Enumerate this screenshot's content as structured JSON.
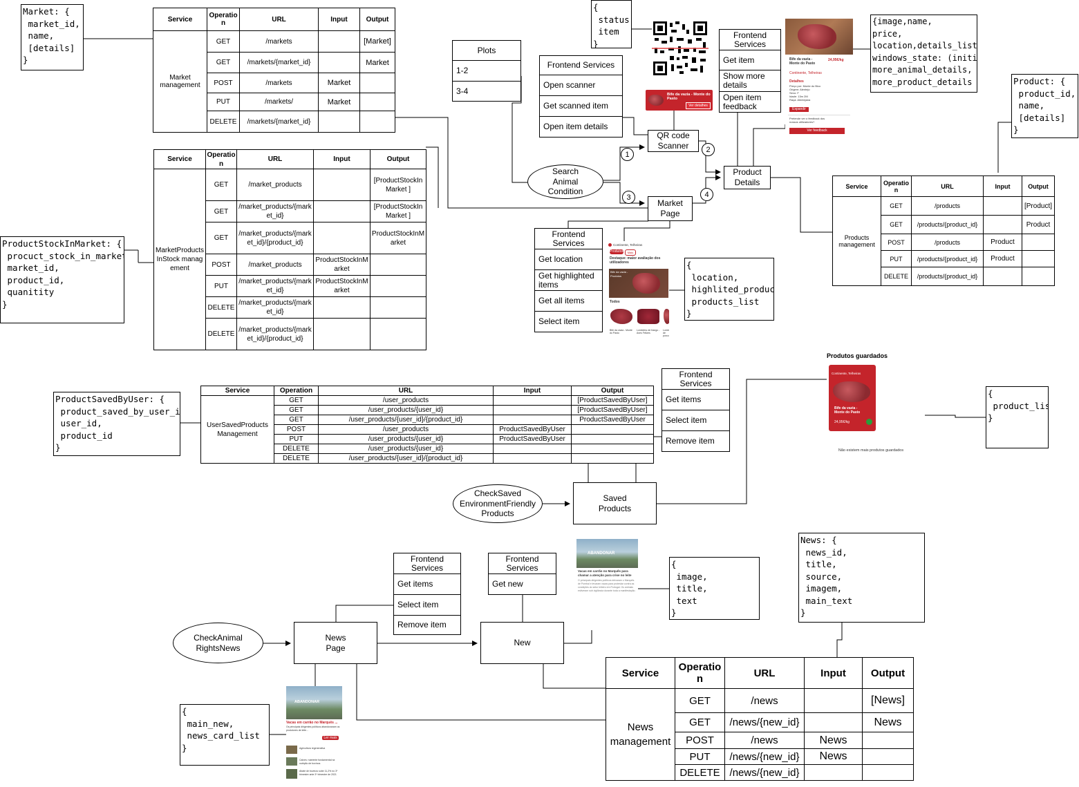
{
  "models": {
    "market": "Market: {\n market_id,\n name,\n [details]\n}",
    "product_stock": "ProductStockInMarket: {\n procuct_stock_in_market_id,\n market_id,\n product_id,\n quanitity\n}",
    "product": "Product: {\n product_id,\n name,\n [details]\n}",
    "product_saved": "ProductSavedByUser: {\n product_saved_by_user_id,\n user_id,\n product_id\n}",
    "news": "News: {\n news_id,\n title,\n source,\n imagem,\n main_text\n}"
  },
  "states": {
    "qr_status": "{\n status,\n item\n}",
    "product_details": "{image,name,\nprice,\nlocation,details_list,\nwindows_state: (initial,\nmore_animal_details,\nmore_product_details })",
    "market_page": "{\n location,\n highlited_products,\n products_list\n}",
    "saved": "{\n product_list\n}",
    "new": "{\n image,\n title,\n text\n}",
    "news_page": "{\n main_new,\n news_card_list\n}"
  },
  "plots": {
    "title": "Plots",
    "rows": [
      "1-2",
      "3-4"
    ]
  },
  "nodes": {
    "search_animal": "Search\nAnimal\nCondition",
    "qr_scanner": "QR code\nScanner",
    "market_page": "Market\nPage",
    "product_details": "Product\nDetails",
    "check_saved": "CheckSaved\nEnvironmentFriendly\nProducts",
    "saved_products": "Saved\nProducts",
    "check_animal": "CheckAnimal\nRightsNews",
    "news_page": "News\nPage",
    "new": "New"
  },
  "circles": [
    "1",
    "2",
    "3",
    "4"
  ],
  "frontend": {
    "qr": {
      "title": "Frontend Services",
      "items": [
        "Open scanner",
        "Get scanned item",
        "Open item details"
      ]
    },
    "details": {
      "title": "Frontend\nServices",
      "items": [
        "Get item",
        "Show more\ndetails",
        "Open item\nfeedback"
      ]
    },
    "market": {
      "title": "Frontend\nServices",
      "items": [
        "Get location",
        "Get highlighted\nitems",
        "Get all items",
        "Select item"
      ]
    },
    "saved": {
      "title": "Frontend\nServices",
      "items": [
        "Get items",
        "Select item",
        "Remove item"
      ]
    },
    "news": {
      "title": "Frontend\nServices",
      "items": [
        "Get items",
        "Select item",
        "Remove item"
      ]
    },
    "new": {
      "title": "Frontend\nServices",
      "items": [
        "Get new"
      ]
    }
  },
  "tables": {
    "market": {
      "headers": [
        "Service",
        "Operation",
        "URL",
        "Input",
        "Output"
      ],
      "service": "Market\nmanagement",
      "rows": [
        [
          "GET",
          "/markets",
          "",
          "[Market]"
        ],
        [
          "GET",
          "/markets/{market_id}",
          "",
          "Market"
        ],
        [
          "POST",
          "/markets",
          "Market",
          ""
        ],
        [
          "PUT",
          "/markets/",
          "Market",
          ""
        ],
        [
          "DELETE",
          "/markets/{market_id}",
          "",
          ""
        ]
      ]
    },
    "stock": {
      "headers": [
        "Service",
        "Operation",
        "URL",
        "Input",
        "Output"
      ],
      "service": "MarketProductsInStock management",
      "rows": [
        [
          "GET",
          "/market_products",
          "",
          "[ProductStockInMarket ]"
        ],
        [
          "GET",
          "/market_products/{market_id}",
          "",
          "[ProductStockInMarket ]"
        ],
        [
          "GET",
          "/market_products/{market_id}/{product_id}",
          "",
          "ProductStockInMarket"
        ],
        [
          "POST",
          "/market_products",
          "ProductStockInMarket",
          ""
        ],
        [
          "PUT",
          "/market_products/{market_id}",
          "ProductStockInMarket",
          ""
        ],
        [
          "DELETE",
          "/market_products/{market_id}",
          "",
          ""
        ],
        [
          "DELETE",
          "/market_products/{market_id}/{product_id}",
          "",
          ""
        ]
      ]
    },
    "products": {
      "headers": [
        "Service",
        "Operation",
        "URL",
        "Input",
        "Output"
      ],
      "service": "Products\nmanagement",
      "rows": [
        [
          "GET",
          "/products",
          "",
          "[Product]"
        ],
        [
          "GET",
          "/products/{product_id}",
          "",
          "Product"
        ],
        [
          "POST",
          "/products",
          "Product",
          ""
        ],
        [
          "PUT",
          "/products/{product_id}",
          "Product",
          ""
        ],
        [
          "DELETE",
          "/products/{product_id}",
          "",
          ""
        ]
      ]
    },
    "saved": {
      "headers": [
        "Service",
        "Operation",
        "URL",
        "Input",
        "Output"
      ],
      "service": "UserSavedProducts\nManagement",
      "rows": [
        [
          "GET",
          "/user_products",
          "",
          "[ProductSavedByUser]"
        ],
        [
          "GET",
          "/user_products/{user_id}",
          "",
          "[ProductSavedByUser]"
        ],
        [
          "GET",
          "/user_products/{user_id}/{product_id}",
          "",
          "ProductSavedByUser"
        ],
        [
          "POST",
          "/user_products",
          "ProductSavedByUser",
          ""
        ],
        [
          "PUT",
          "/user_products/{user_id}",
          "ProductSavedByUser",
          ""
        ],
        [
          "DELETE",
          "/user_products/{user_id}",
          "",
          ""
        ],
        [
          "DELETE",
          "/user_products/{user_id}/{product_id}",
          "",
          ""
        ]
      ]
    },
    "news": {
      "headers": [
        "Service",
        "Operation",
        "URL",
        "Input",
        "Output"
      ],
      "service": "News\nmanagement",
      "rows": [
        [
          "GET",
          "/news",
          "",
          "[News]"
        ],
        [
          "GET",
          "/news/{new_id}",
          "",
          "News"
        ],
        [
          "POST",
          "/news",
          "News",
          ""
        ],
        [
          "PUT",
          "/news/{new_id}",
          "News",
          ""
        ],
        [
          "DELETE",
          "/news/{new_id}",
          "",
          ""
        ]
      ]
    }
  },
  "mockups": {
    "banner": {
      "title": "Bife da vazia - Monte do Pasto",
      "button": "Ver detalhes"
    },
    "details": {
      "title": "Bife da vazia -\nMonte do Pasto",
      "price": "24,95€/kg",
      "store": "Continente, Telheiras",
      "section": "Detalhes",
      "lines": "Preço por: Monte do Bico\nOrigem: Alentejo\nSexo: F\nIdade: 13m 2M\nRaça: Alentejana",
      "expand": "Expandir",
      "question": "Pretende ver o feedback dos\nnossos utilizadores?",
      "feedback": "Ver feedback"
    },
    "market": {
      "store": "Continente, Telheiras",
      "tabs": [
        "Produtos",
        "Mais"
      ],
      "highlight": "Destaque: maior avaliação dos utilizadores",
      "featured": "Bife da vazia - Produtos",
      "all": "Todos",
      "cards": [
        "Bife da vazia - Monte do Pasto",
        "Lombinho de frango - Aves Felizes",
        "Lombo de porco"
      ]
    },
    "saved": {
      "title": "Produtos guardados",
      "store": "Continente, Telheiras",
      "name": "Bife da vazia -\nMonte do Pasto",
      "price": "24,95€/kg",
      "empty": "Não existem mais produtos guardados"
    },
    "article": {
      "banner": "ABANDONAR",
      "headline": "Vacas em carrão no Marquês para chamar a atenção para crise no leite",
      "body": "O principais dirigentes políticos deixaram o Marquês de Pombal e levaram vacas para protestar contra as condições do setor leiteiro em Portugal. Os animais estiveram sob vigilância durante toda a manifestação."
    },
    "newslist": {
      "banner": "ABANDONAR",
      "headline": "Vacas em carrão no Marquês ...",
      "body": "Os principais dirigentes políticos abandonaram os produtores de leite...",
      "read": "Ler mais",
      "items": [
        "Agricultura regenerativa",
        "Calves: nutriente fundamental na nutrição de bovinos",
        "Abate de bovinos sobe 11,2% no 3º trimestre ante 3º trimestre de 2021"
      ]
    }
  },
  "colors": {
    "brand_red": "#c4242b",
    "meat": "#a33a40",
    "line": "#000000"
  }
}
